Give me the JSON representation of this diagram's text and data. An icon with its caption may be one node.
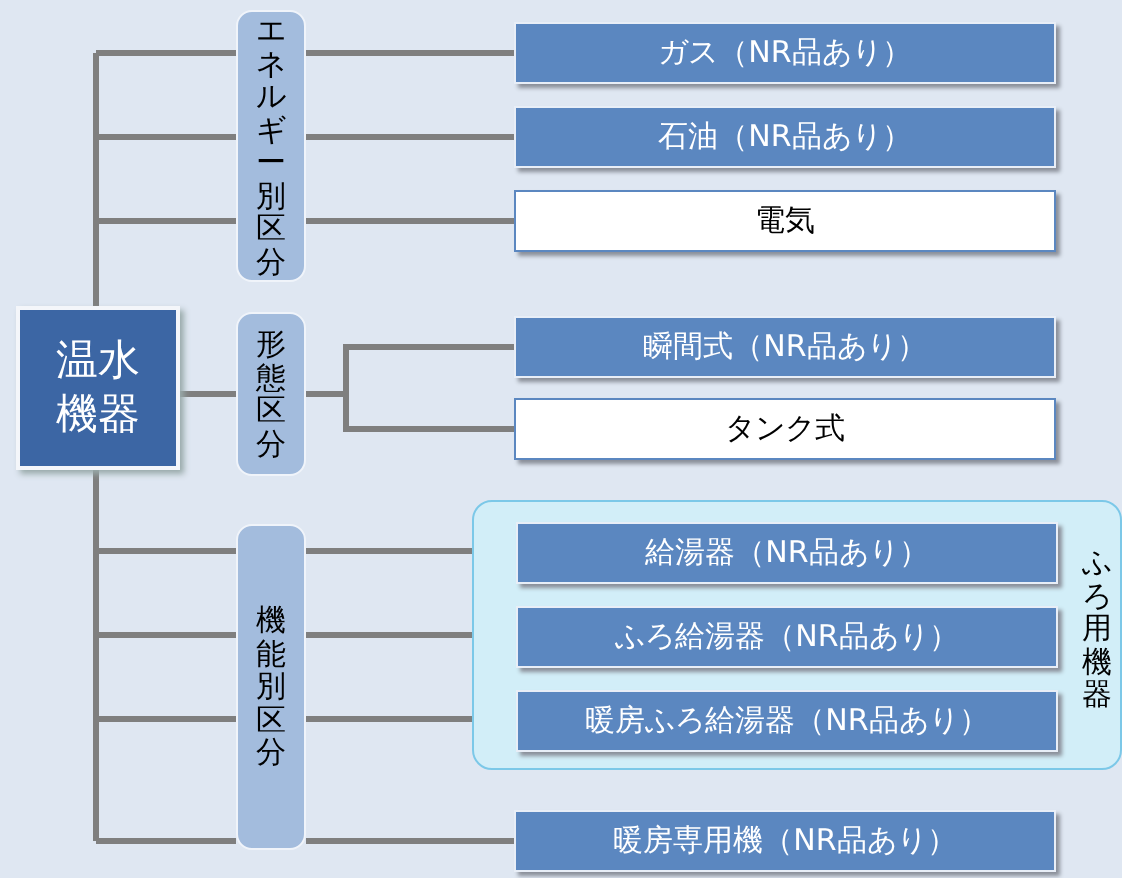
{
  "diagram": {
    "nodes": [
      {
        "text": [
          "温水機器"
        ]
      },
      {
        "text": [
          "エネルギー別区分"
        ]
      },
      {
        "text": [
          "ガス（NR品あり）"
        ]
      },
      {
        "text": [
          "石油（NR品あり）"
        ]
      },
      {
        "text": [
          "電気"
        ]
      },
      {
        "text": [
          "形態区分"
        ]
      },
      {
        "text": [
          "瞬間式（NR品あり）"
        ]
      },
      {
        "text": [
          "タンク式"
        ]
      },
      {
        "text": [
          "機能別区分"
        ]
      },
      {
        "text": [
          "ふろ用機器"
        ]
      },
      {
        "text": [
          "給湯器（NR品あり）"
        ],
        "in": 9
      },
      {
        "text": [
          "ふろ給湯器（NR品あり）"
        ],
        "in": 9
      },
      {
        "text": [
          "暖房ふろ給湯器（NR品あり）"
        ],
        "in": 9
      },
      {
        "text": [
          "暖房専用機（NR品あり）"
        ]
      }
    ],
    "edges": [
      {
        "from": 0,
        "to": 1,
        "arrow": "none"
      },
      {
        "from": 1,
        "to": 2,
        "arrow": "none"
      },
      {
        "from": 1,
        "to": 3,
        "arrow": "none"
      },
      {
        "from": 1,
        "to": 4,
        "arrow": "none"
      },
      {
        "from": 0,
        "to": 5,
        "arrow": "none"
      },
      {
        "from": 5,
        "to": 6,
        "arrow": "none"
      },
      {
        "from": 5,
        "to": 7,
        "arrow": "none"
      },
      {
        "from": 0,
        "to": 8,
        "arrow": "none"
      },
      {
        "from": 8,
        "to": 10,
        "arrow": "none"
      },
      {
        "from": 8,
        "to": 11,
        "arrow": "none"
      },
      {
        "from": 8,
        "to": 12,
        "arrow": "none"
      },
      {
        "from": 8,
        "to": 13,
        "arrow": "none"
      }
    ]
  }
}
